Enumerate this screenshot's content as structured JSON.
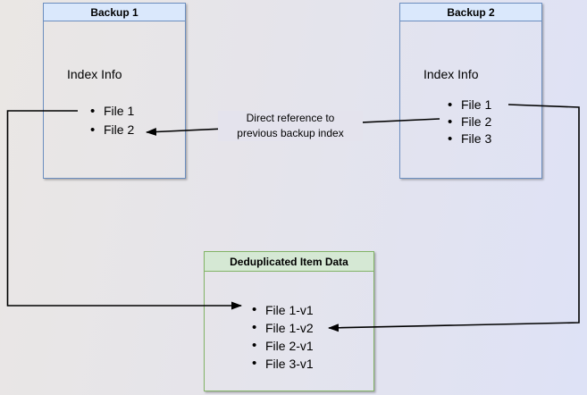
{
  "diagram": {
    "backup1": {
      "title": "Backup 1",
      "section_label": "Index Info",
      "files": [
        "File 1",
        "File 2"
      ]
    },
    "backup2": {
      "title": "Backup 2",
      "section_label": "Index Info",
      "files": [
        "File 1",
        "File 2",
        "File 3"
      ]
    },
    "dedup_store": {
      "title": "Deduplicated Item Data",
      "files": [
        "File 1-v1",
        "File 1-v2",
        "File 2-v1",
        "File 3-v1"
      ]
    },
    "annotation": {
      "line1": "Direct reference to",
      "line2": "previous backup index"
    },
    "colors": {
      "backup_fill": "#dae8fc",
      "backup_border": "#6c8ebf",
      "dedup_fill": "#d5e8d4",
      "dedup_border": "#82b366",
      "connector": "#000000"
    }
  }
}
